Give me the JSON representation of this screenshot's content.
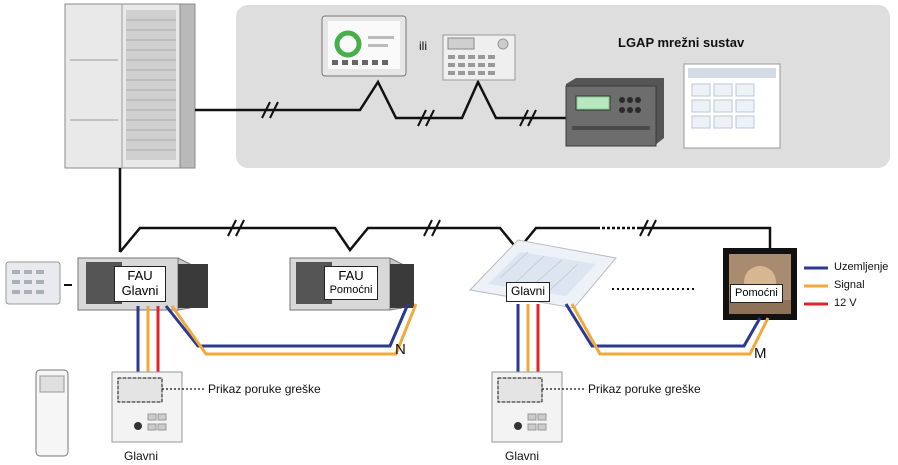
{
  "network_system": {
    "title": "LGAP mrežni sustav",
    "or_label": "ili"
  },
  "units": {
    "fau_main": {
      "line1": "FAU",
      "line2": "Glavni"
    },
    "fau_secondary": {
      "line1": "FAU",
      "line2": "Pomoćni"
    },
    "cassette_main": {
      "label": "Glavni"
    },
    "panel_secondary": {
      "label": "Pomoćni"
    }
  },
  "group_labels": {
    "n": "N",
    "m": "M"
  },
  "controllers": {
    "left": {
      "caption": "Glavni",
      "callout": "Prikaz poruke greške"
    },
    "right": {
      "caption": "Glavni",
      "callout": "Prikaz poruke greške"
    }
  },
  "legend": [
    {
      "label": "Uzemljenje",
      "color": "#2b3a8f"
    },
    {
      "label": "Signal",
      "color": "#f2a93b"
    },
    {
      "label": "12 V",
      "color": "#e0262b"
    }
  ],
  "colors": {
    "ground": "#2b3a8f",
    "signal": "#f2a93b",
    "power": "#e0262b",
    "panel_bg": "#dedede"
  }
}
